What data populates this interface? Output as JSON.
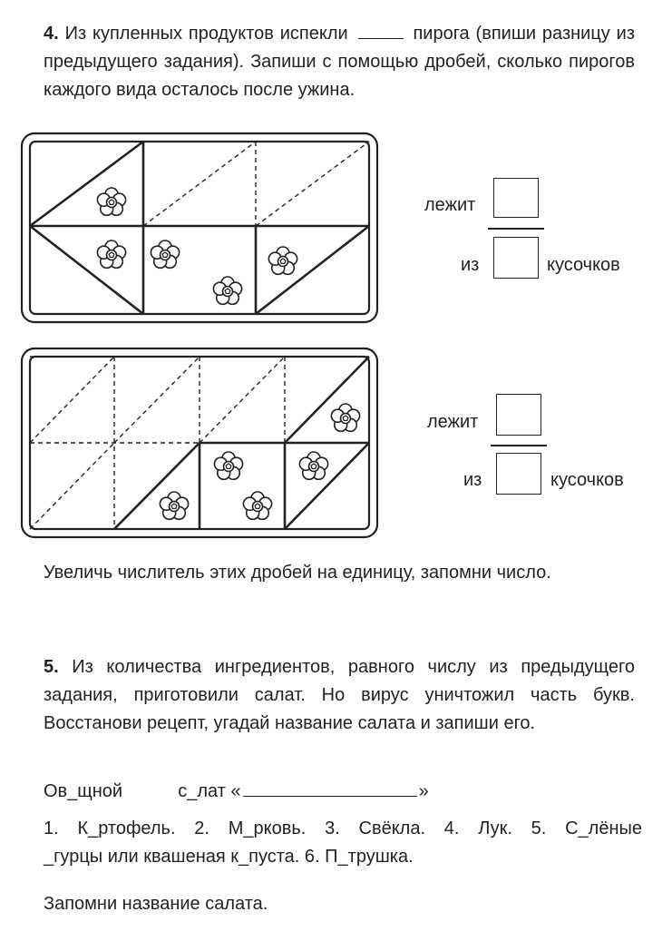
{
  "task4": {
    "number": "4.",
    "text_part1": "Из купленных продуктов испекли",
    "text_part2": "пирога (впиши разницу из предыдущего задания). Запиши с помощью дробей, сколько пирогов каждого вида осталось после ужина.",
    "fraction1": {
      "top_label": "лежит",
      "bottom_prefix": "из",
      "bottom_suffix": "кусочков"
    },
    "fraction2": {
      "top_label": "лежит",
      "bottom_prefix": "из",
      "bottom_suffix": "кусочков"
    },
    "footer": "Увеличь числитель этих дробей на единицу, запомни число."
  },
  "task5": {
    "number": "5.",
    "text": "Из количества ингредиентов, равного числу из предыдущего задания, приготовили салат. Но вирус уничтожил часть букв. Восстанови рецепт, угадай название салата и запиши его.",
    "salad_word1": "Ов_щной",
    "salad_word2": "с_лат «",
    "salad_close": "»",
    "recipe_line1": "1. К_ртофель. 2. М_рковь. 3. Свёкла. 4. Лук. 5. С_лёные",
    "recipe_line2": "_гурцы или квашеная к_пуста. 6. П_трушка.",
    "footer": "Запомни название салата."
  },
  "colors": {
    "ink": "#222222",
    "paper": "#ffffff"
  },
  "icons": [
    "flower-icon"
  ]
}
